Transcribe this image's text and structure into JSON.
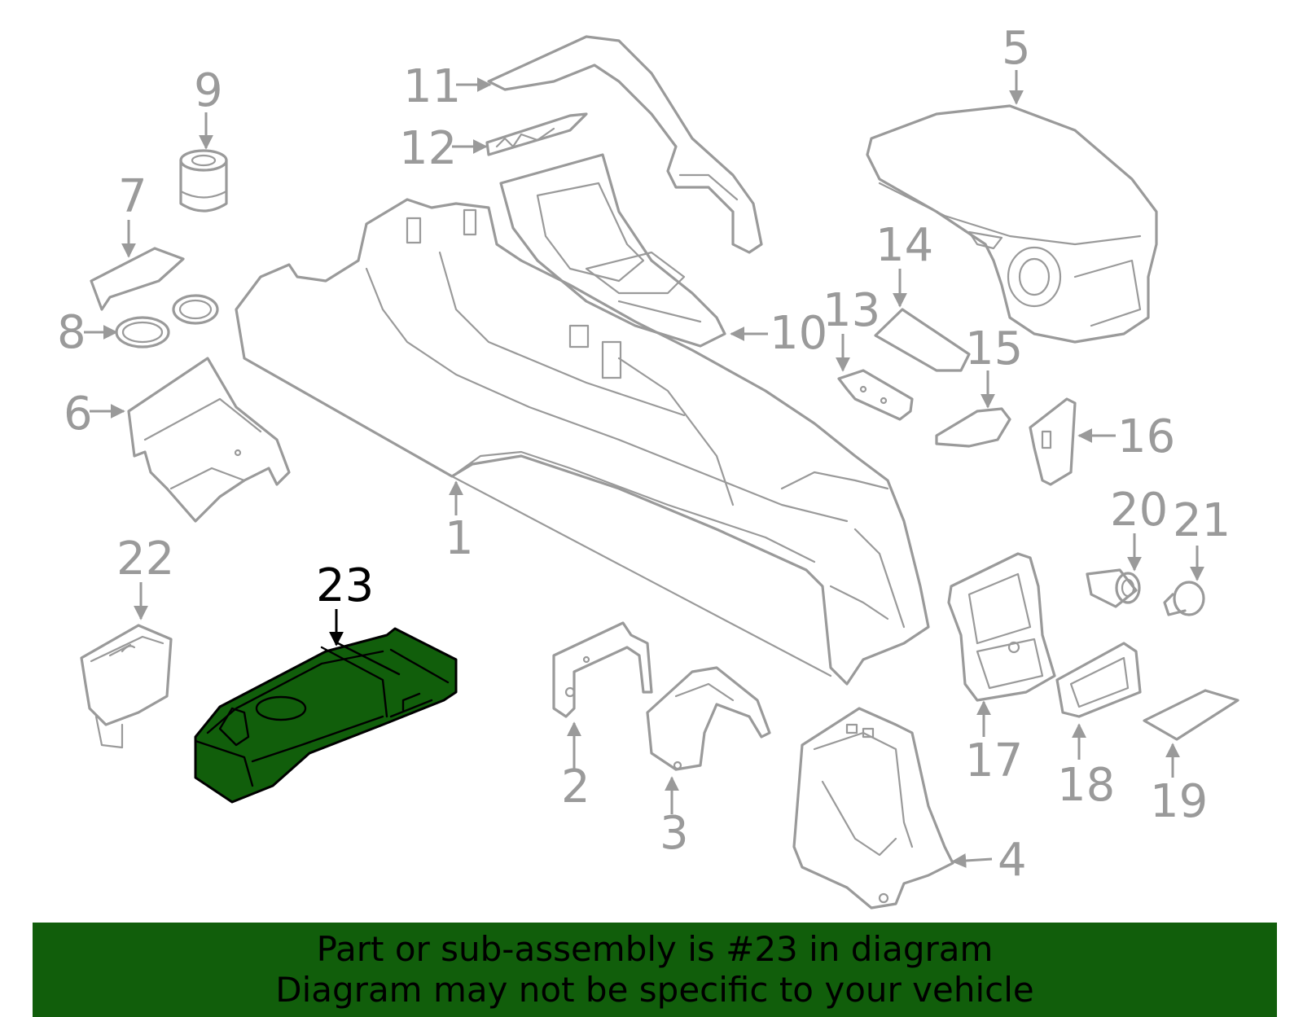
{
  "callouts": {
    "c1": "1",
    "c2": "2",
    "c3": "3",
    "c4": "4",
    "c5": "5",
    "c6": "6",
    "c7": "7",
    "c8": "8",
    "c9": "9",
    "c10": "10",
    "c11": "11",
    "c12": "12",
    "c13": "13",
    "c14": "14",
    "c15": "15",
    "c16": "16",
    "c17": "17",
    "c18": "18",
    "c19": "19",
    "c20": "20",
    "c21": "21",
    "c22": "22",
    "c23": "23"
  },
  "highlighted_part": "23",
  "colors": {
    "highlight": "#115e0b",
    "outline": "#9a9a9a"
  },
  "banner": {
    "line1": "Part or sub-assembly is #23 in diagram",
    "line2": "Diagram may not be specific to your vehicle"
  }
}
